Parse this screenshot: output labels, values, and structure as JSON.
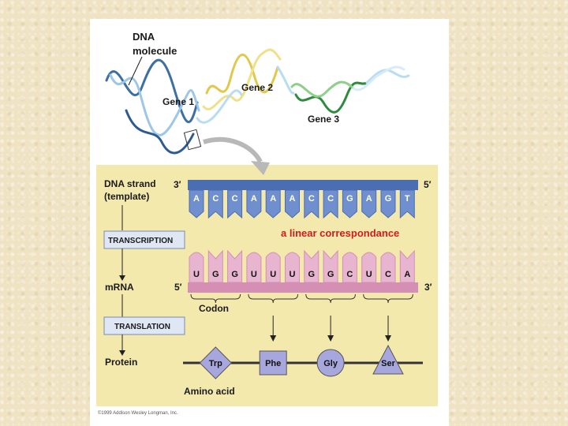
{
  "labels": {
    "dna_molecule": [
      "DNA",
      "molecule"
    ],
    "gene1": "Gene 1",
    "gene2": "Gene 2",
    "gene3": "Gene 3",
    "dna_strand": [
      "DNA strand",
      "(template)"
    ],
    "transcription": "TRANSCRIPTION",
    "mrna": "mRNA",
    "translation": "TRANSLATION",
    "protein": "Protein",
    "codon": "Codon",
    "amino_acid": "Amino acid",
    "annotation": "a linear correspondance",
    "dna_3prime": "3′",
    "dna_5prime": "5′",
    "mrna_5prime": "5′",
    "mrna_3prime": "3′",
    "copyright": "©1999 Addison Wesley Longman, Inc."
  },
  "dna_bases": [
    "A",
    "C",
    "C",
    "A",
    "A",
    "A",
    "C",
    "C",
    "G",
    "A",
    "G",
    "T"
  ],
  "mrna_bases": [
    "U",
    "G",
    "G",
    "U",
    "U",
    "U",
    "G",
    "G",
    "C",
    "U",
    "C",
    "A"
  ],
  "amino_acids": [
    {
      "name": "Trp",
      "shape": "diamond"
    },
    {
      "name": "Phe",
      "shape": "square"
    },
    {
      "name": "Gly",
      "shape": "circle"
    },
    {
      "name": "Ser",
      "shape": "triangle"
    }
  ],
  "colors": {
    "dna_strand": "#4a6db3",
    "dna_base_fill": "#6f8fcf",
    "mrna_strand": "#d58fb4",
    "mrna_base_fill": "#e7b5cf",
    "amino_fill": "#a7a7dd",
    "annotation": "#d11c1c",
    "panel": "#f4e9ad",
    "gene1": "#3d6fa3",
    "gene2": "#e2c84a",
    "gene3": "#2e8a3d"
  }
}
